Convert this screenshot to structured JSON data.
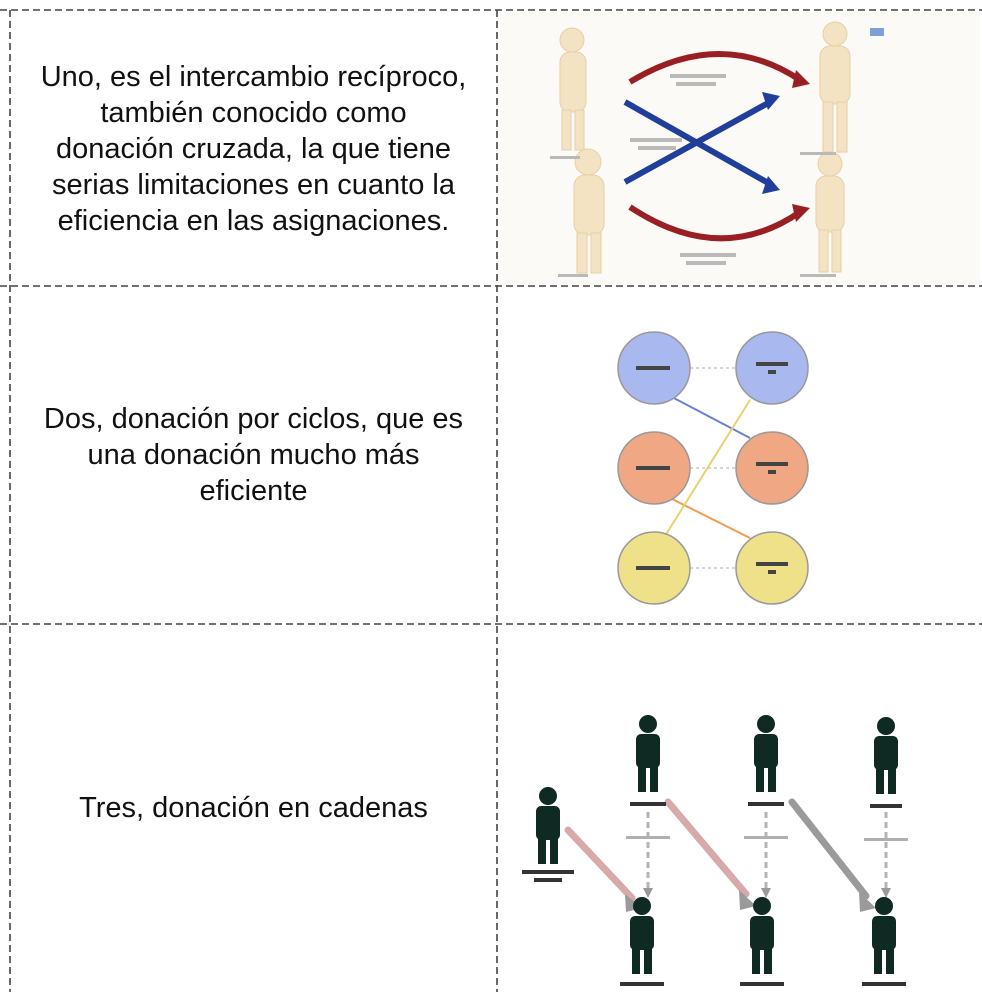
{
  "rows": [
    {
      "text_lines": [
        "Uno, es el intercambio recíproco,",
        "también conocido como",
        "donación cruzada, la que tiene",
        "serias limitaciones en cuanto la",
        "eficiencia en las asignaciones."
      ]
    },
    {
      "text_lines": [
        "Dos, donación por ciclos, que es",
        "una donación mucho más",
        "eficiente"
      ]
    },
    {
      "text_lines": [
        "Tres, donación en cadenas"
      ]
    }
  ],
  "colors": {
    "red_arrow": "#9a1f24",
    "blue_arrow": "#1f3f9a",
    "figure_fill": "#f3e3c2",
    "circle_blue": "#a9b8ee",
    "circle_orange": "#f0a784",
    "circle_yellow": "#efe08a",
    "person_dark": "#0f2a22",
    "chain_arrow_pink": "#d7a9a9",
    "chain_arrow_gray": "#9a9a9a"
  }
}
